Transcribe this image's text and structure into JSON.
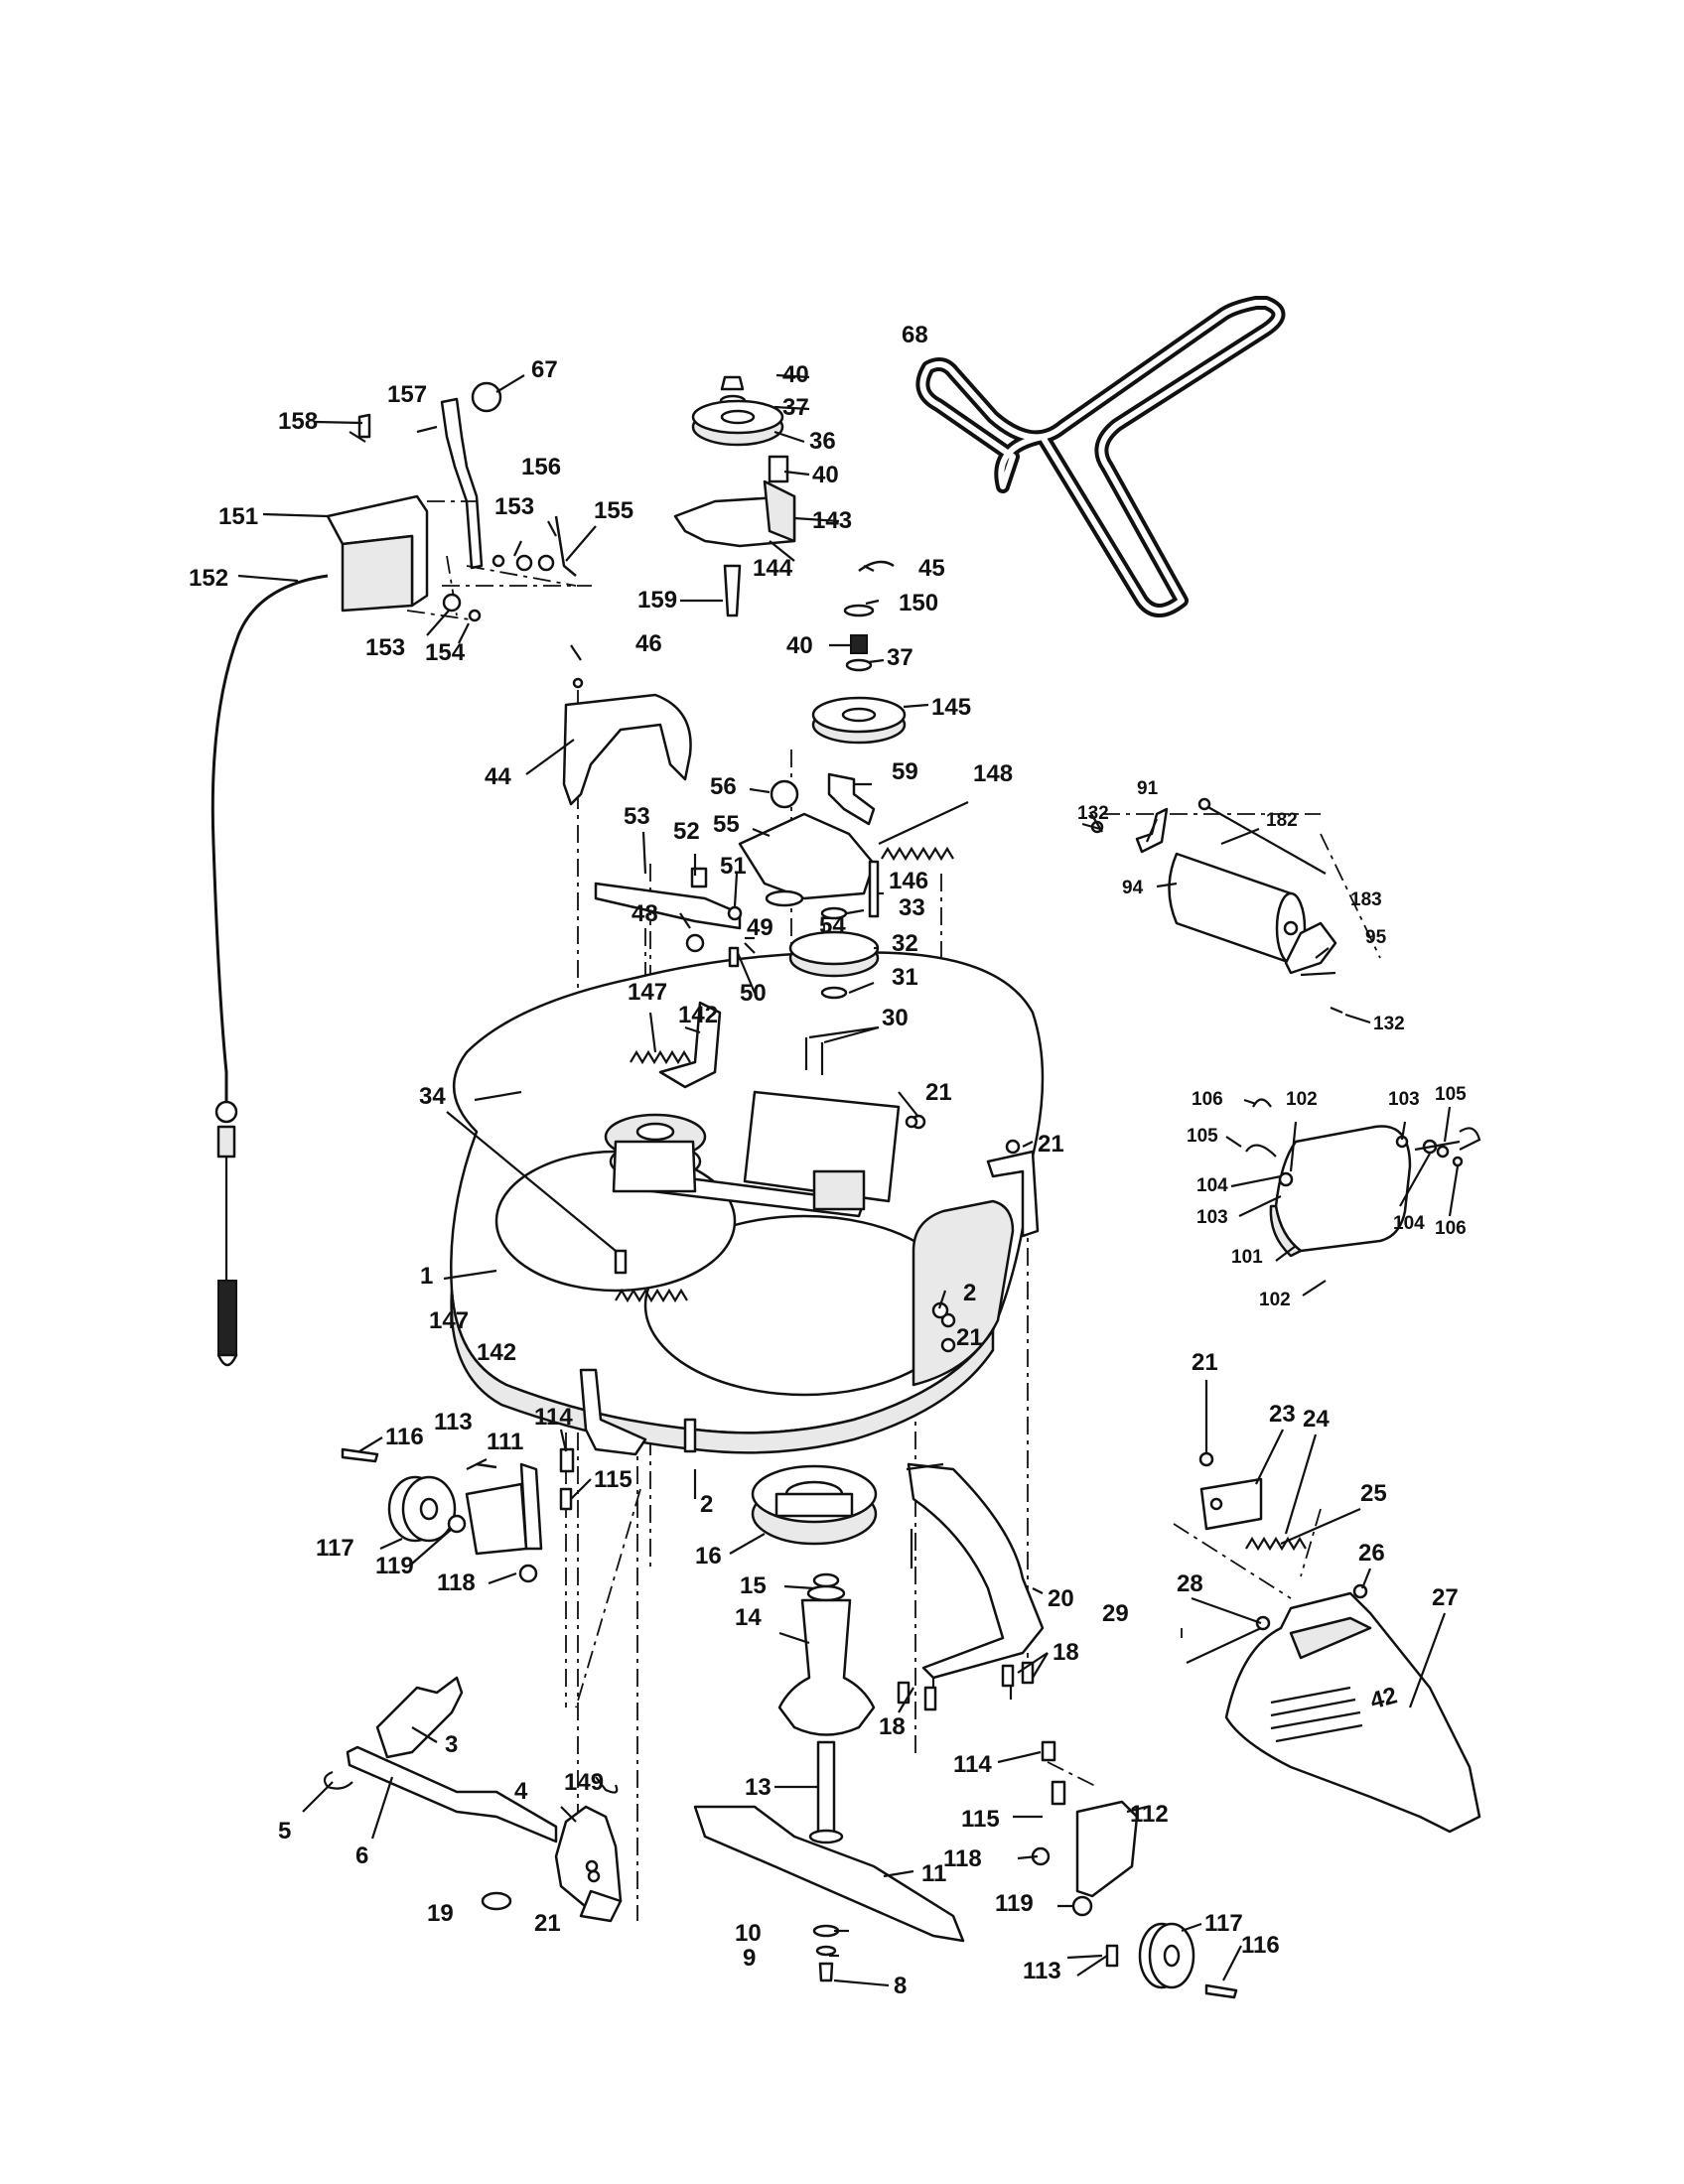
{
  "labels": {
    "p1": "1",
    "p2": "2",
    "p3": "3",
    "p4": "4",
    "p5": "5",
    "p6": "6",
    "p8": "8",
    "p9": "9",
    "p10": "10",
    "p11": "11",
    "p13": "13",
    "p14": "14",
    "p15": "15",
    "p16": "16",
    "p18": "18",
    "p19": "19",
    "p20": "20",
    "p21": "21",
    "p23": "23",
    "p24": "24",
    "p25": "25",
    "p26": "26",
    "p27": "27",
    "p28": "28",
    "p29": "29",
    "p30": "30",
    "p31": "31",
    "p32": "32",
    "p33": "33",
    "p34": "34",
    "p36": "36",
    "p37": "37",
    "p40": "40",
    "p44": "44",
    "p45": "45",
    "p46": "46",
    "p48": "48",
    "p49": "49",
    "p50": "50",
    "p51": "51",
    "p52": "52",
    "p53": "53",
    "p54": "54",
    "p55": "55",
    "p56": "56",
    "p59": "59",
    "p67": "67",
    "p68": "68",
    "p91": "91",
    "p94": "94",
    "p95": "95",
    "p101": "101",
    "p102": "102",
    "p103": "103",
    "p104": "104",
    "p105": "105",
    "p106": "106",
    "p111": "111",
    "p112": "112",
    "p113": "113",
    "p114": "114",
    "p115": "115",
    "p116": "116",
    "p117": "117",
    "p118": "118",
    "p119": "119",
    "p132": "132",
    "p142": "142",
    "p143": "143",
    "p144": "144",
    "p145": "145",
    "p146": "146",
    "p147": "147",
    "p148": "148",
    "p149": "149",
    "p150": "150",
    "p151": "151",
    "p152": "152",
    "p153": "153",
    "p154": "154",
    "p155": "155",
    "p156": "156",
    "p157": "157",
    "p158": "158",
    "p159": "159",
    "p182": "182",
    "p183": "183"
  },
  "deck_badge": "42"
}
